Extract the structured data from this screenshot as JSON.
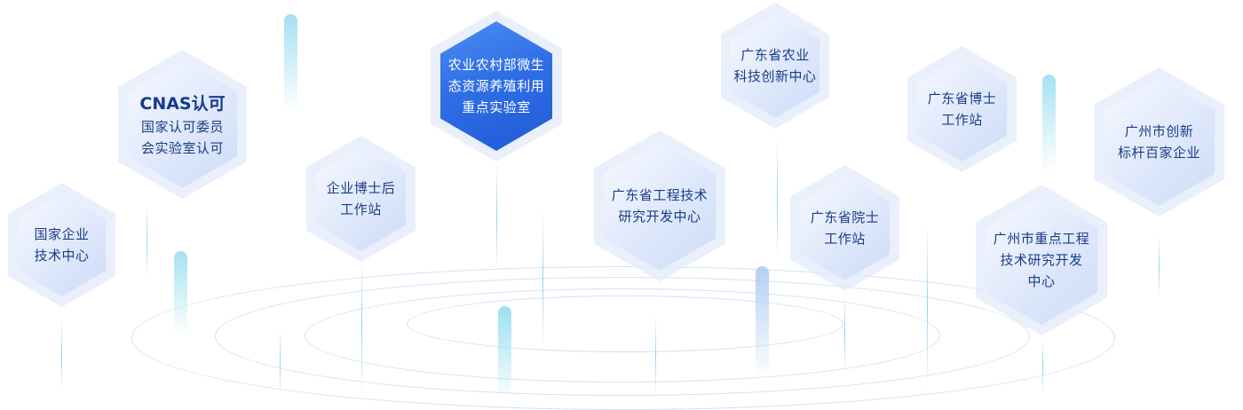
{
  "hexagons": [
    {
      "id": "national-enterprise-tech-center",
      "text": "国家企业\n技术中心"
    },
    {
      "id": "cnas-accreditation",
      "title": "CNAS认可",
      "text": "国家认可委员\n会实验室认可"
    },
    {
      "id": "enterprise-postdoc-station",
      "text": "企业博士后\n工作站"
    },
    {
      "id": "moa-microbial-key-lab",
      "text": "农业农村部微生\n态资源养殖利用\n重点实验室",
      "active": true
    },
    {
      "id": "guangdong-eng-tech-rd-center",
      "text": "广东省工程技术\n研究开发中心"
    },
    {
      "id": "guangdong-agri-innovation-center",
      "text": "广东省农业\n科技创新中心"
    },
    {
      "id": "guangdong-academician-station",
      "text": "广东省院士\n工作站"
    },
    {
      "id": "guangdong-doctor-station",
      "text": "广东省博士\n工作站"
    },
    {
      "id": "guangzhou-key-eng-rd-center",
      "text": "广州市重点工程\n技术研究开发\n中心"
    },
    {
      "id": "guangzhou-innovation-benchmark",
      "text": "广州市创新\n标杆百家企业"
    }
  ],
  "colors": {
    "hex_text": "#1b3d86",
    "active_hex": "#2f6fe6",
    "ring": "#aac8eb",
    "pillar": "#a8e6f2"
  }
}
